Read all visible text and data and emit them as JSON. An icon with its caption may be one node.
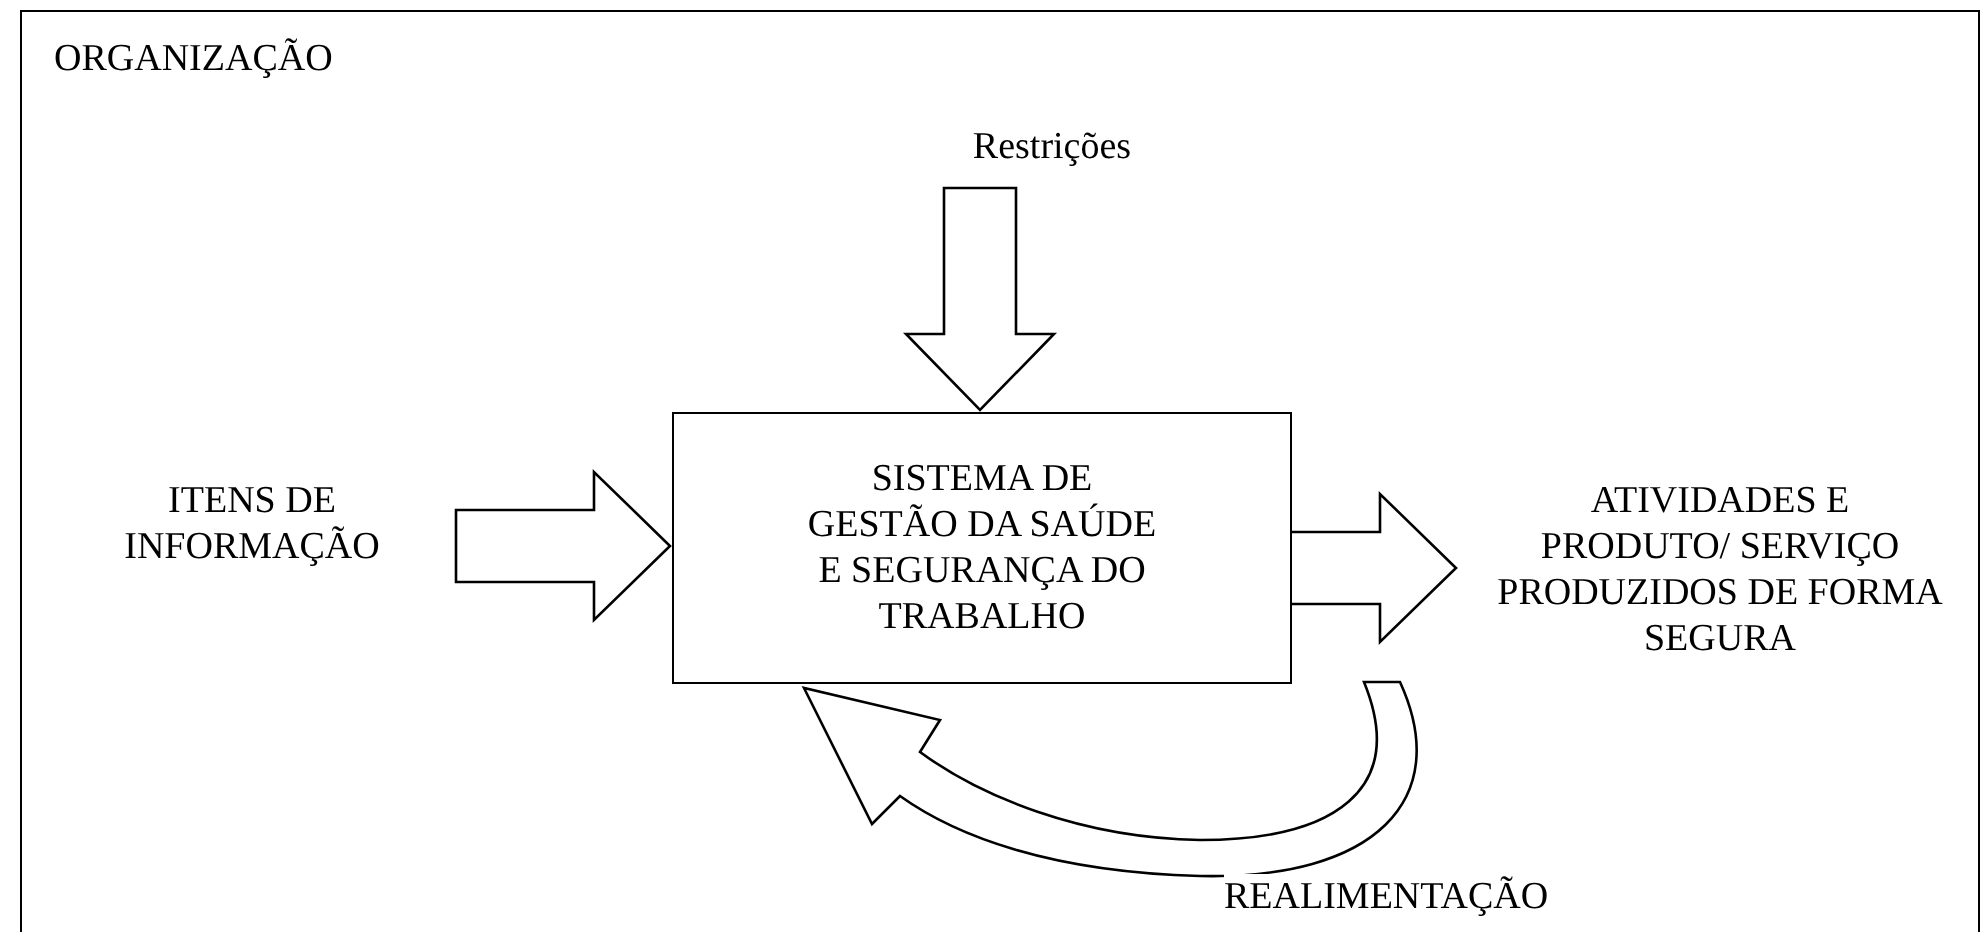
{
  "diagram": {
    "nodes": [
      {
        "text": [
          "ORGANIZAÇÃO"
        ]
      },
      {
        "text": [
          "Restrições"
        ],
        "in": 0
      },
      {
        "text": [
          "SISTEMA DE GESTÃO DA SAÚDE E SEGURANÇA DO TRABALHO"
        ],
        "in": 0
      },
      {
        "text": [
          "ITENS DE INFORMAÇÃO"
        ],
        "in": 0
      },
      {
        "text": [
          "ATIVIDADES E PRODUTO/ SERVIÇO PRODUZIDOS DE FORMA SEGURA"
        ],
        "in": 0
      }
    ],
    "edges": [
      {
        "from": 1,
        "to": 2,
        "arrow": "to"
      },
      {
        "from": 3,
        "to": 2,
        "arrow": "to"
      },
      {
        "from": 2,
        "to": 4,
        "arrow": "to"
      },
      {
        "from": 2,
        "to": 2,
        "arrow": "to",
        "label": "REALIMENTAÇÃO"
      }
    ]
  }
}
